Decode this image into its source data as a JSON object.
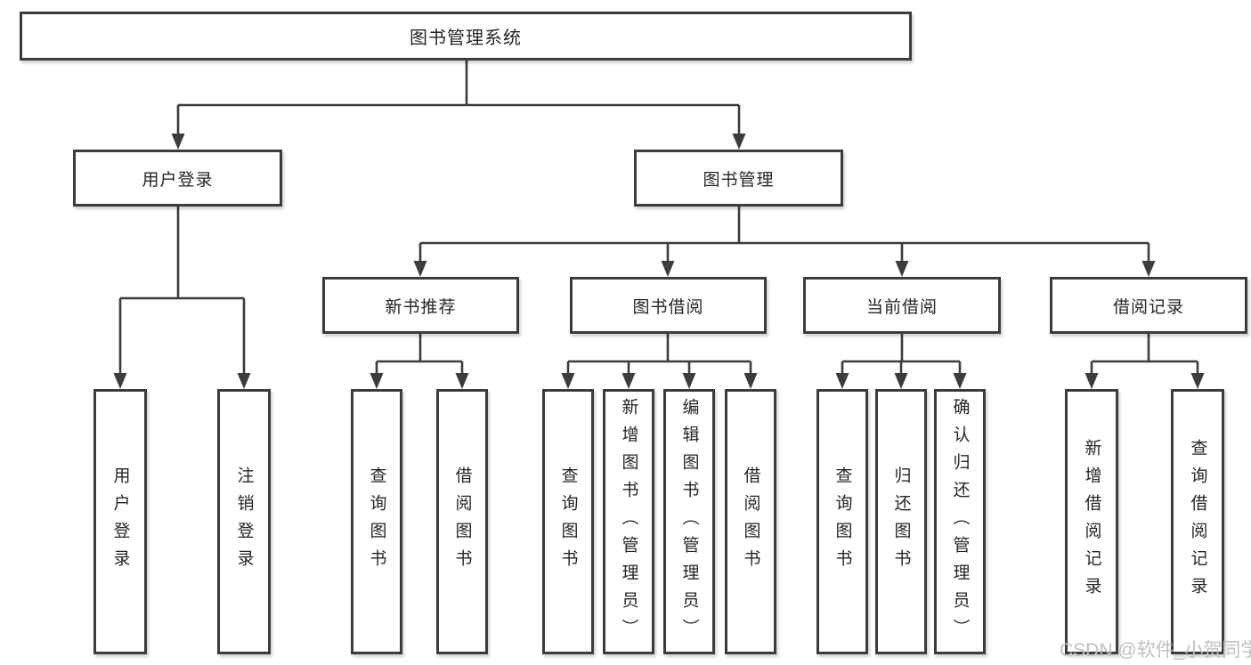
{
  "diagram": {
    "root": {
      "label": "图书管理系统"
    },
    "level2": [
      {
        "id": "user-login",
        "label": "用户登录"
      },
      {
        "id": "book-management",
        "label": "图书管理"
      }
    ],
    "level3": [
      {
        "id": "new-book-recommend",
        "label": "新书推荐"
      },
      {
        "id": "book-borrowing",
        "label": "图书借阅"
      },
      {
        "id": "current-borrowing",
        "label": "当前借阅"
      },
      {
        "id": "borrowing-records",
        "label": "借阅记录"
      }
    ],
    "leaves": [
      {
        "group": "user-login",
        "label": "用户登录"
      },
      {
        "group": "user-login",
        "label": "注销登录"
      },
      {
        "group": "new-book-recommend",
        "label": "查询图书"
      },
      {
        "group": "new-book-recommend",
        "label": "借阅图书"
      },
      {
        "group": "book-borrowing",
        "label": "查询图书"
      },
      {
        "group": "book-borrowing",
        "label": "新增图书（管理员）"
      },
      {
        "group": "book-borrowing",
        "label": "编辑图书（管理员）"
      },
      {
        "group": "book-borrowing",
        "label": "借阅图书"
      },
      {
        "group": "current-borrowing",
        "label": "查询图书"
      },
      {
        "group": "current-borrowing",
        "label": "归还图书"
      },
      {
        "group": "current-borrowing",
        "label": "确认归还（管理员）"
      },
      {
        "group": "borrowing-records",
        "label": "新增借阅记录"
      },
      {
        "group": "borrowing-records",
        "label": "查询借阅记录"
      }
    ]
  },
  "watermark": "CSDN @软件_小贺同学",
  "colors": {
    "line": "#3c3c3c",
    "text": "#262626",
    "watermark": "#c0c0c0",
    "background": "#ffffff"
  }
}
